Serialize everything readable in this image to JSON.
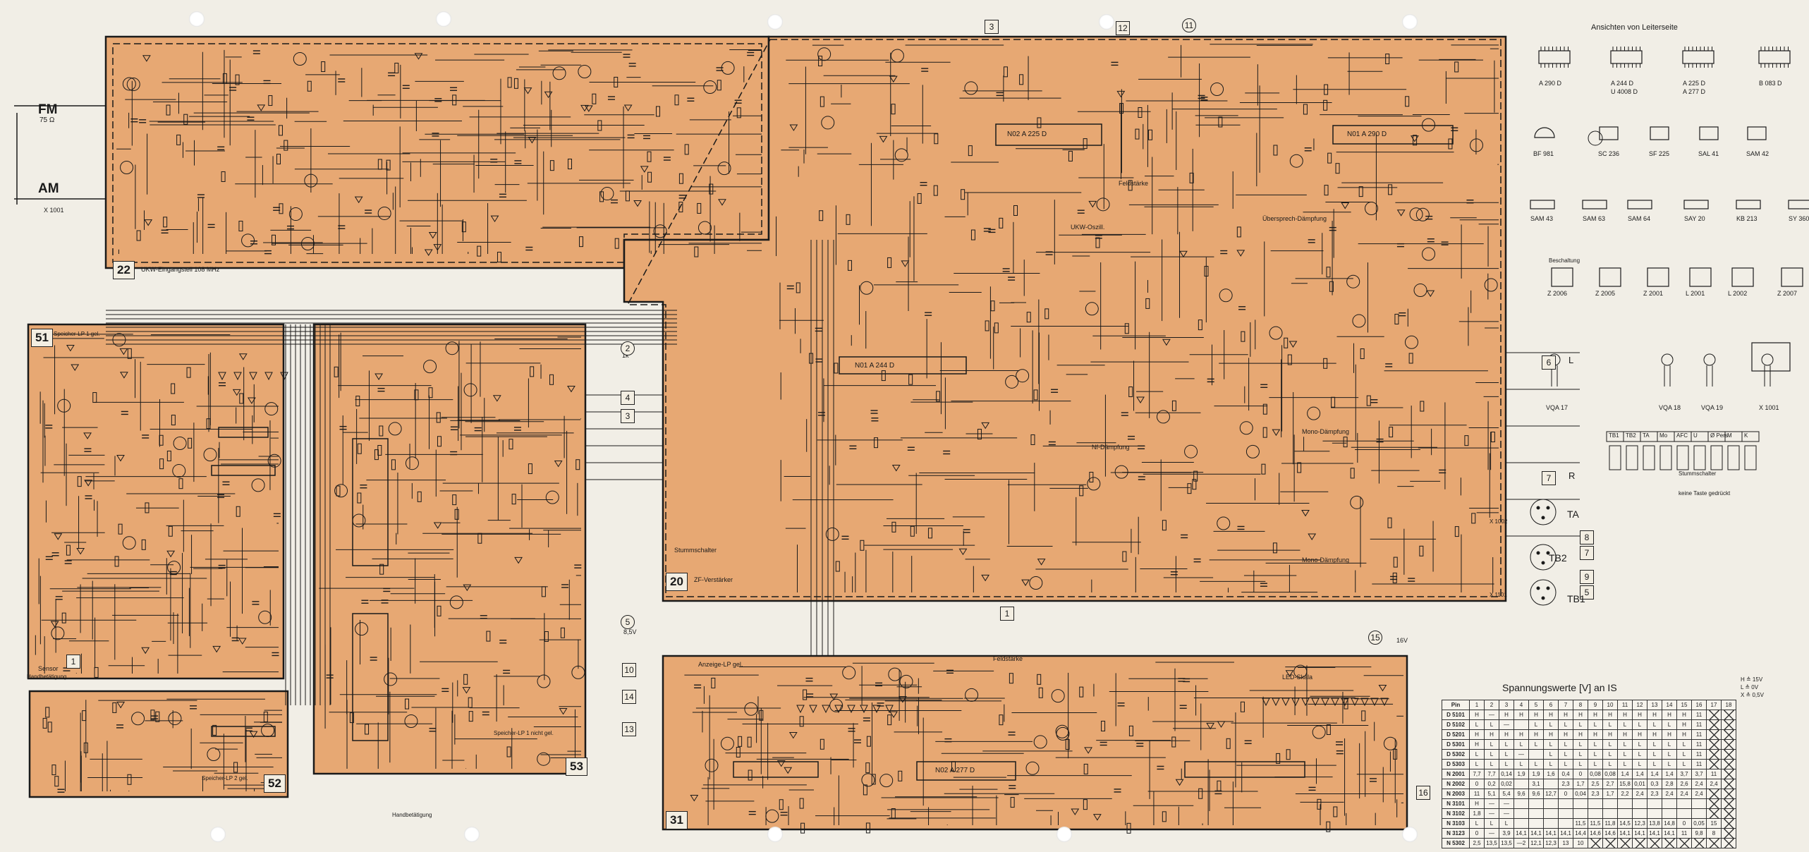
{
  "colors": {
    "paper": "#f1eee6",
    "board": "#e7a873",
    "board_edge": "#c98a58",
    "ink": "#1a1a1a"
  },
  "inputs": {
    "fm_label": "FM",
    "fm_ohm": "75 Ω",
    "am_label": "AM",
    "ground_label": "X 1001"
  },
  "boards": {
    "b22": {
      "num": "22",
      "title": "UKW-Eingangsteil 108 MHz"
    },
    "b51": {
      "num": "51",
      "title": "Speicher-LP 1 gel."
    },
    "b52": {
      "num": "52",
      "title": "Speicher-LP 2 gel."
    },
    "b53": {
      "num": "53",
      "title": "Speicher-LP 1 nicht gel."
    },
    "b20": {
      "num": "20",
      "title": "ZF-Verstärker"
    },
    "b31": {
      "num": "31",
      "title": "Anzeige-LP gel."
    }
  },
  "ic_labels": {
    "n_a225": "N02 A 225 D",
    "n_a290": "N01 A 290 D",
    "n_a244": "N01 A 244 D",
    "n_a277": "N02 A 277 D"
  },
  "annotations": {
    "ukw_oszill": "UKW-Oszill.",
    "feldstaerke": "Feldstärke",
    "nf_daempfung": "Nf-Dämpfung",
    "uebersprech": "Übersprech-Dämpfung",
    "stummschalter": "Stummschalter",
    "mono_daempfung": "Mono-Dämpfung",
    "led_skala": "LED-Skala",
    "sensor": "Sensor",
    "handbetaetigung": "Handbetätigung",
    "hs_1k": "1k",
    "hs_85v": "8,5V",
    "hs_16v": "16V"
  },
  "outputs": {
    "L": "L",
    "R": "R",
    "TA": "TA",
    "TB2": "TB2",
    "TB1": "TB1",
    "n6": "6",
    "n7": "7",
    "n8": "8",
    "n9": "9",
    "n5": "5",
    "n1": "1",
    "n3": "3",
    "n10": "10",
    "n13": "13",
    "n14": "14",
    "n15": "15",
    "n16": "16",
    "n2": "2",
    "n4": "4",
    "n11": "11",
    "n12": "12",
    "x1002": "X 1002",
    "x1101": "X 1101"
  },
  "legend": {
    "heading": "Ansichten von Leiterseite",
    "ic_row": [
      "A 290 D",
      "A 244 D",
      "A 225 D",
      "B 083 D"
    ],
    "ic_row_sub": [
      "",
      "U 4008 D",
      "A 277 D",
      ""
    ],
    "trans_row": [
      "BF 981",
      "SC 236",
      "SF 225",
      "SAL 41",
      "SAM 42"
    ],
    "diode_row": [
      "SAM 43",
      "SAM 63",
      "SAM 64",
      "SAY 20",
      "KB 213",
      "SY 360"
    ],
    "coil_heading": "Beschaltung",
    "coils": [
      "Z 2006",
      "Z 2005",
      "Z 2001",
      "L 2001",
      "L 2002",
      "Z 2007"
    ],
    "led_row": [
      "VQA 17",
      "VQA 18",
      "VQA 19",
      "X 1001"
    ],
    "switch_heads": [
      "TB1",
      "TB2",
      "TA",
      "Mo",
      "AFC",
      "U",
      "Ø Pers",
      "M",
      "K"
    ],
    "switch_caption": "Stummschalter",
    "switch_note": "keine Taste gedrückt"
  },
  "voltage_table": {
    "title": "Spannungswerte [V] an IS",
    "pin_label": "Pin",
    "pins": [
      "1",
      "2",
      "3",
      "4",
      "5",
      "6",
      "7",
      "8",
      "9",
      "10",
      "11",
      "12",
      "13",
      "14",
      "15",
      "16",
      "17",
      "18"
    ],
    "rows": [
      {
        "name": "D 5101",
        "cells": [
          "H",
          "—",
          "H",
          "H",
          "H",
          "H",
          "H",
          "H",
          "H",
          "H",
          "H",
          "H",
          "H",
          "H",
          "H",
          "11",
          "x",
          "x"
        ]
      },
      {
        "name": "D 5102",
        "cells": [
          "L",
          "L",
          "—",
          "",
          "L",
          "L",
          "L",
          "L",
          "L",
          "L",
          "L",
          "L",
          "L",
          "L",
          "H",
          "11",
          "x",
          "x"
        ]
      },
      {
        "name": "D 5201",
        "cells": [
          "H",
          "H",
          "H",
          "H",
          "H",
          "H",
          "H",
          "H",
          "H",
          "H",
          "H",
          "H",
          "H",
          "H",
          "H",
          "11",
          "x",
          "x"
        ]
      },
      {
        "name": "D 5301",
        "cells": [
          "H",
          "L",
          "L",
          "L",
          "L",
          "L",
          "L",
          "L",
          "L",
          "L",
          "L",
          "L",
          "L",
          "L",
          "L",
          "11",
          "x",
          "x"
        ]
      },
      {
        "name": "D 5302",
        "cells": [
          "L",
          "L",
          "L",
          "—",
          "",
          "L",
          "L",
          "L",
          "L",
          "L",
          "L",
          "L",
          "L",
          "L",
          "L",
          "11",
          "x",
          "x"
        ]
      },
      {
        "name": "D 5303",
        "cells": [
          "L",
          "L",
          "L",
          "L",
          "L",
          "L",
          "L",
          "L",
          "L",
          "L",
          "L",
          "L",
          "L",
          "L",
          "L",
          "11",
          "x",
          "x"
        ]
      },
      {
        "name": "N 2001",
        "cells": [
          "7,7",
          "7,7",
          "0,14",
          "1,9",
          "1,9",
          "1,6",
          "0,4",
          "0",
          "0,08",
          "0,08",
          "1,4",
          "1,4",
          "1,4",
          "1,4",
          "3,7",
          "3,7",
          "11",
          "x"
        ]
      },
      {
        "name": "N 2002",
        "cells": [
          "0",
          "0,2",
          "0,02",
          "",
          "3,1",
          "",
          "2,3",
          "1,7",
          "2,5",
          "2,7",
          "15,8",
          "0,01",
          "0,3",
          "2,8",
          "2,6",
          "2,4",
          "2,4",
          "x"
        ]
      },
      {
        "name": "N 2003",
        "cells": [
          "11",
          "5,1",
          "5,4",
          "9,6",
          "9,6",
          "12,7",
          "0",
          "0,04",
          "2,3",
          "1,7",
          "2,2",
          "2,4",
          "2,3",
          "2,4",
          "2,4",
          "2,4",
          "x",
          "x"
        ]
      },
      {
        "name": "N 3101",
        "cells": [
          "H",
          "—",
          "—",
          "",
          "",
          "",
          "",
          "",
          "",
          "",
          "",
          "",
          "",
          "",
          "",
          "",
          "x",
          "x"
        ]
      },
      {
        "name": "N 3102",
        "cells": [
          "1,8",
          "—",
          "—",
          "",
          "",
          "",
          "",
          "",
          "",
          "",
          "",
          "",
          "",
          "",
          "",
          "",
          "x",
          "x"
        ]
      },
      {
        "name": "N 3103",
        "cells": [
          "L",
          "L",
          "L",
          "",
          "",
          "",
          "",
          "11,5",
          "11,5",
          "11,8",
          "14,5",
          "12,3",
          "13,8",
          "14,8",
          "0",
          "0,05",
          "15",
          "x"
        ]
      },
      {
        "name": "N 3123",
        "cells": [
          "0",
          "—",
          "3,9",
          "14,1",
          "14,1",
          "14,1",
          "14,1",
          "14,4",
          "14,6",
          "14,6",
          "14,1",
          "14,1",
          "14,1",
          "14,1",
          "11",
          "9,8",
          "8",
          "x"
        ]
      },
      {
        "name": "N 5302",
        "cells": [
          "2,5",
          "13,5",
          "13,5",
          "—2",
          "12,1",
          "12,3",
          "13",
          "10",
          "x",
          "x",
          "x",
          "x",
          "x",
          "x",
          "x",
          "x",
          "x",
          "x"
        ]
      }
    ],
    "note_lines": [
      "H ≙ 15V",
      "L ≙ 0V",
      "X ≙ 0,5V"
    ]
  }
}
